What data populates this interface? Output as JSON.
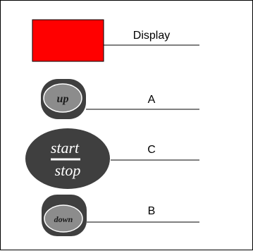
{
  "display": {
    "label": "Display",
    "color": "#ff0000"
  },
  "buttons": {
    "up": {
      "face_text": "up",
      "label": "A"
    },
    "start_stop": {
      "face_text_top": "start",
      "face_text_bottom": "stop",
      "label": "C"
    },
    "down": {
      "face_text": "down",
      "label": "B"
    }
  },
  "colors": {
    "button_dark": "#3f3f3f",
    "button_face": "#8c8c8c",
    "line": "#000000"
  }
}
